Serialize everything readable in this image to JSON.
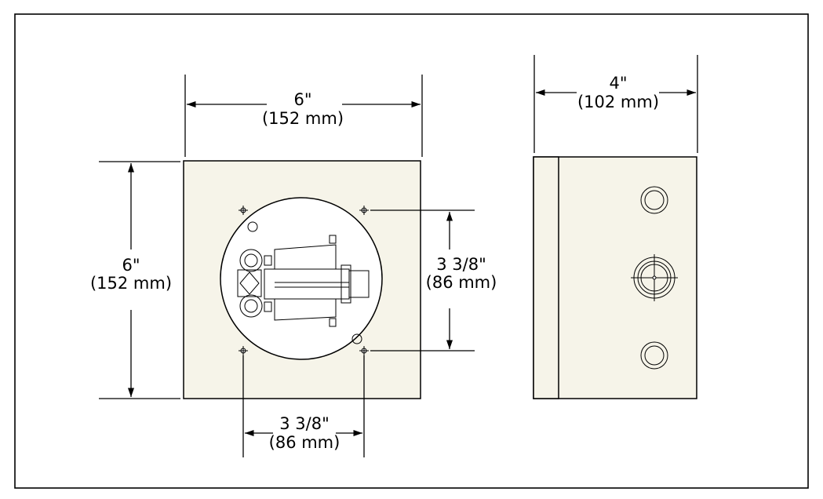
{
  "colors": {
    "background": "#ffffff",
    "panel_fill": "#f6f4e9",
    "line": "#000000"
  },
  "dimensions": {
    "front_width": {
      "inches": "6\"",
      "mm": "(152 mm)"
    },
    "front_height": {
      "inches": "6\"",
      "mm": "(152 mm)"
    },
    "side_depth": {
      "inches": "4\"",
      "mm": "(102 mm)"
    },
    "hole_vertical": {
      "inches": "3 3/8\"",
      "mm": "(86 mm)"
    },
    "hole_horizontal": {
      "inches": "3 3/8\"",
      "mm": "(86 mm)"
    }
  }
}
